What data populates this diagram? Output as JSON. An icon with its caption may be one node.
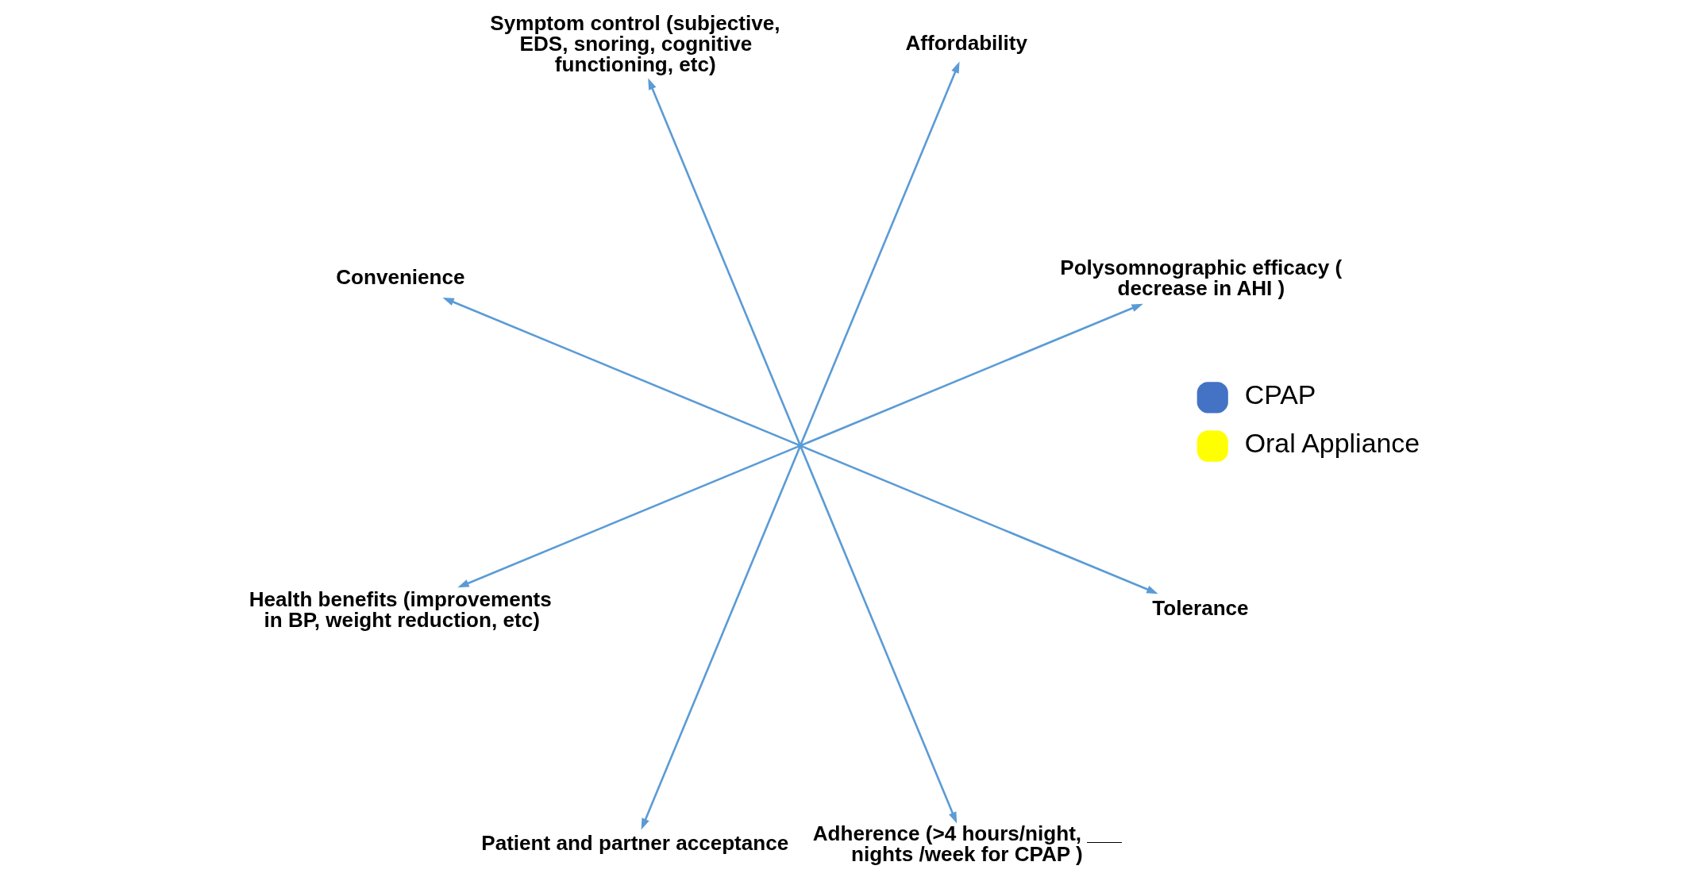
{
  "diagram": {
    "nodes": [
      {
        "text": [],
        "shape": "point"
      },
      {
        "text": [
          "Polysomnographic efficacy ( decrease in AHI )"
        ]
      },
      {
        "text": [
          "Affordability"
        ]
      },
      {
        "text": [
          "Symptom control (subjective, EDS, snoring, cognitive functioning, etc)"
        ]
      },
      {
        "text": [
          "Convenience"
        ]
      },
      {
        "text": [
          "Health benefits (improvements in BP, weight reduction, etc)"
        ]
      },
      {
        "text": [
          "Patient and partner acceptance"
        ]
      },
      {
        "text": [
          "Adherence (>4 hours/night, ___ nights /week for CPAP )"
        ]
      },
      {
        "text": [
          "Tolerance"
        ]
      }
    ],
    "edges": [
      {
        "from": 0,
        "to": 1,
        "arrow": "to"
      },
      {
        "from": 0,
        "to": 3,
        "arrow": "to"
      },
      {
        "from": 0,
        "to": 5,
        "arrow": "to"
      },
      {
        "from": 0,
        "to": 7,
        "arrow": "to"
      },
      {
        "from": 0,
        "to": 8,
        "arrow": "to"
      },
      {
        "from": 0,
        "to": 6,
        "arrow": "to"
      },
      {
        "from": 0,
        "to": 4,
        "arrow": "to"
      },
      {
        "from": 0,
        "to": 2,
        "arrow": "to"
      }
    ],
    "legend": [
      {
        "text": "CPAP",
        "color": "#4472c4"
      },
      {
        "text": "Oral Appliance",
        "color": "#ffff00"
      }
    ]
  }
}
